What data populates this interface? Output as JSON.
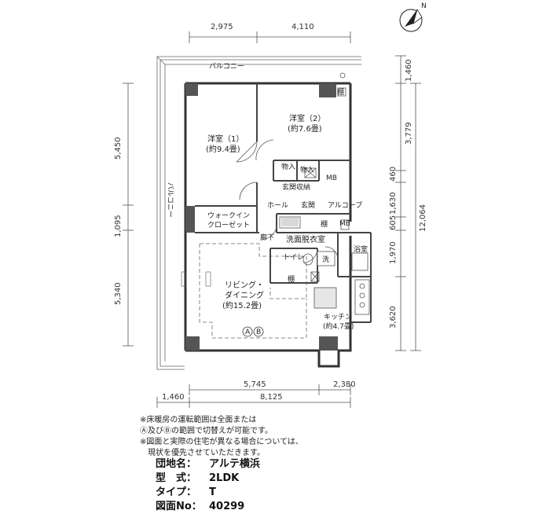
{
  "compass": {
    "north": "N"
  },
  "dims_top": [
    "2,975",
    "4,110"
  ],
  "dims_left": [
    "5,450",
    "1,095",
    "5,340"
  ],
  "dims_right": [
    "1,460",
    "3,779",
    "460",
    "1,630",
    "605",
    "1,970",
    "3,620",
    "12,064"
  ],
  "dims_bottom": [
    "5,745",
    "2,380",
    "1,460",
    "8,125"
  ],
  "rooms": {
    "balcony_top": "バルコニー",
    "balcony_left": "バルコニー",
    "bedroom1_name": "洋室（1）",
    "bedroom1_size": "(約9.4畳)",
    "bedroom2_name": "洋室（2）",
    "bedroom2_size": "(約7.6畳)",
    "storage1": "物入",
    "storage2": "物入",
    "mb1": "MB",
    "mb2": "MB",
    "shoe_storage": "玄関収納",
    "hall": "ホール",
    "entrance": "玄関",
    "alcove": "アルコーブ",
    "walkin_1": "ウォークイン",
    "walkin_2": "クローゼット",
    "corridor": "廊下",
    "washroom": "洗面脱衣室",
    "bath": "浴室",
    "toilet": "トイレ",
    "washer": "洗",
    "shelf": "棚",
    "shelf2": "棚",
    "shelf3": "棚",
    "living_1": "リビング・",
    "living_2": "ダイニング",
    "living_size": "(約15.2畳)",
    "kitchen": "キッチン",
    "kitchen_size": "(約4.7畳)",
    "ab_a": "A",
    "ab_b": "B"
  },
  "notes": [
    "※床暖房の運転範囲は全面または",
    "Ⓐ及びⒷの範囲で切替えが可能です。",
    "※図面と実際の住宅が異なる場合については、",
    "　現状を優先させていただきます。"
  ],
  "info": {
    "name_label": "団地名：",
    "name_value": "アルテ横浜",
    "type_label": "型　式：",
    "type_value": "2LDK",
    "kind_label": "タイプ：",
    "kind_value": "T",
    "no_label": "図面No：",
    "no_value": "40299"
  }
}
